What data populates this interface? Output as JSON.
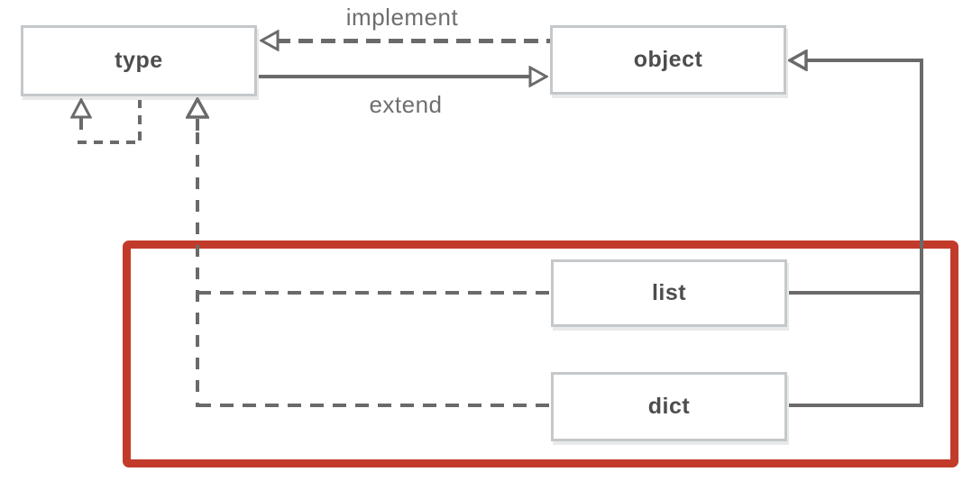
{
  "diagram": {
    "nodes": [
      {
        "id": "type",
        "label": "type"
      },
      {
        "id": "object",
        "label": "object"
      },
      {
        "id": "list",
        "label": "list"
      },
      {
        "id": "dict",
        "label": "dict"
      }
    ],
    "edge_labels": {
      "implement": "implement",
      "extend": "extend"
    },
    "edges": [
      {
        "from": "object",
        "to": "type",
        "style": "dashed",
        "relation": "implement"
      },
      {
        "from": "type",
        "to": "object",
        "style": "solid",
        "relation": "extend"
      },
      {
        "from": "type",
        "to": "type",
        "style": "dashed",
        "relation": "implement"
      },
      {
        "from": "list",
        "to": "type",
        "style": "dashed",
        "relation": "implement"
      },
      {
        "from": "dict",
        "to": "type",
        "style": "dashed",
        "relation": "implement"
      },
      {
        "from": "list",
        "to": "object",
        "style": "solid",
        "relation": "extend"
      },
      {
        "from": "dict",
        "to": "object",
        "style": "solid",
        "relation": "extend"
      }
    ],
    "highlight": {
      "color": "#c23b2a",
      "contains": [
        "list",
        "dict"
      ]
    },
    "colors": {
      "line": "#6a6a6a",
      "node_border": "#c4c8ca",
      "node_text": "#4d4d4d",
      "edge_label_text": "#6e6e6e",
      "highlight_red": "#c23b2a",
      "background": "#ffffff"
    }
  }
}
